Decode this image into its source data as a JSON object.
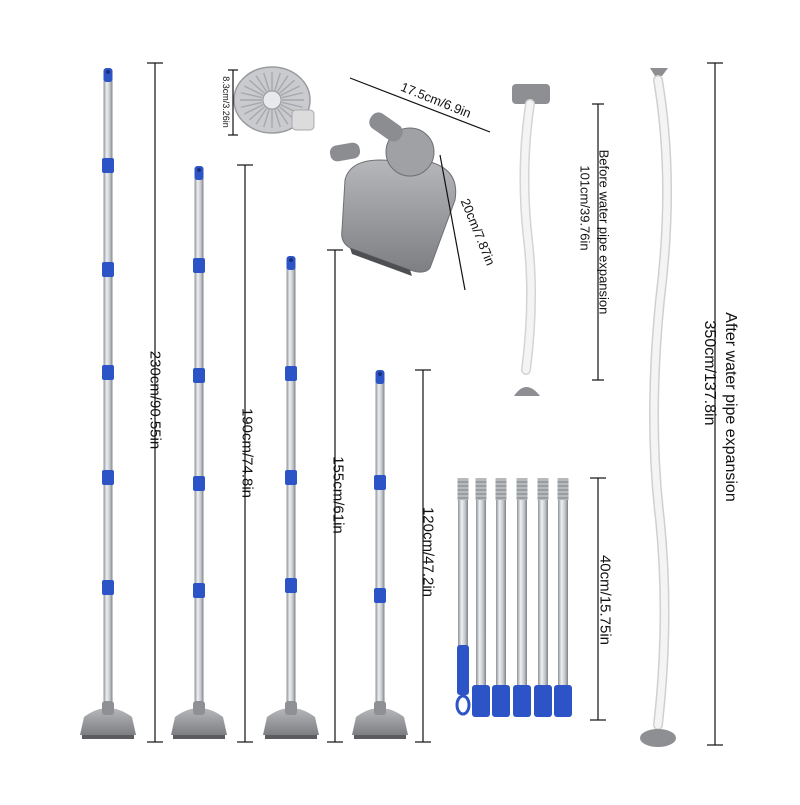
{
  "colors": {
    "steel_light": "#e4e6e8",
    "steel_dark": "#8c9096",
    "blue": "#2d54c7",
    "gray_plastic": "#8e9093",
    "gray_light": "#b9bbbe",
    "hose": "#f4f4f4",
    "line": "#111111"
  },
  "labels": {
    "pole_230": "230cm/90.55in",
    "pole_190": "190cm/74.8in",
    "pole_155": "155cm/61in",
    "pole_120": "120cm/47.2in",
    "sections_40": "40cm/15.75in",
    "head_width": "17.5cm/6.9in",
    "head_depth": "20cm/7.87in",
    "brush_disc": "8.3cm/3.26in",
    "hose_before_title": "Before water pipe expansion",
    "hose_before_size": "101cm/39.76in",
    "hose_after_title": "After water pipe expansion",
    "hose_after_size": "350cm/137.8in"
  }
}
